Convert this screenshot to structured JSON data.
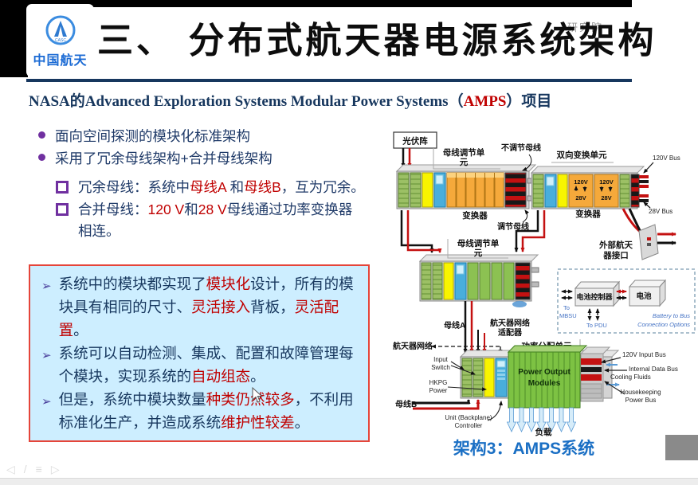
{
  "header": {
    "logo_text": "中国航天",
    "logo_sub": "CASC",
    "title": "三、 分布式航天器电源系统架构",
    "watermark": "研究院"
  },
  "subtitle": {
    "pre": "NASA的Advanced Exploration Systems Modular Power Systems（",
    "highlight": "AMPS",
    "post": "）项目"
  },
  "bullets": {
    "b1": "面向空间探测的模块化标准架构",
    "b2": "采用了冗余母线架构+合并母线架构"
  },
  "sub_bullets": {
    "s1": {
      "pre": "冗余母线：系统中",
      "r1": "母线A",
      "m1": " 和",
      "r2": "母线B",
      "post": "，互为冗余。"
    },
    "s2": {
      "pre": "合并母线：",
      "r1": "120 V",
      "m1": "和",
      "r2": "28 V",
      "post": "母线通过功率变换器相连。"
    }
  },
  "info_box": {
    "i1": {
      "pre": "系统中的模块都实现了",
      "r1": "模块化",
      "m1": "设计，所有的模块具有相同的尺寸、",
      "r2": "灵活接入",
      "m2": "背板，",
      "r3": "灵活配置",
      "post": "。"
    },
    "i2": {
      "pre": "系统可以自动检测、集成、配置和故障管理每个模块，实现系统的",
      "r1": "自动组态",
      "post": "。"
    },
    "i3": {
      "pre": "但是，系统中模块数量",
      "r1": "种类仍然较多",
      "m1": "，不利用标准化生产，并造成系统",
      "r2": "维护性较差",
      "post": "。"
    }
  },
  "diagram": {
    "solar": "光伏阵",
    "busreg1_l1": "母线调节单",
    "busreg1_l2": "元",
    "unreg_bus": "不调节母线",
    "converter1": "变换器",
    "reg_bus": "调节母线",
    "bidir_unit": "双向变换单元",
    "v120": "120V",
    "v28": "28V",
    "converter2": "变换器",
    "bus120": "120V Bus",
    "bus28": "28V Bus",
    "ext_l1": "外部航天",
    "ext_l2": "器接口",
    "busreg2_l1": "母线调节单",
    "busreg2_l2": "元",
    "bus_a": "母线A",
    "adapter_l1": "航天器网络",
    "adapter_l2": "适配器",
    "network": "航天器网络",
    "batt_ctrl": "电池控制器",
    "batt": "电池",
    "to_l1": "To",
    "to_l2": "MBSU",
    "to_pdu": "To PDU",
    "opt_l1": "Battery to Bus",
    "opt_l2": "Connection Options",
    "pdu": "功率分配单元",
    "input_l1": "Input",
    "input_l2": "Switch",
    "hkpg_l1": "HKPG",
    "hkpg_l2": "Power",
    "bus_b": "母线B",
    "unit_l1": "Unit (Backplane)",
    "unit_l2": "Controller",
    "pom_l1": "Power Output",
    "pom_l2": "Modules",
    "load": "负载",
    "in120": "120V Input Bus",
    "idb": "Internal Data Bus",
    "cooling": "Cooling Fluids",
    "hk_l1": "Housekeeping",
    "hk_l2": "Power Bus",
    "caption": "架构3：AMPS系统"
  },
  "colors": {
    "navy": "#17375E",
    "red": "#C00000",
    "box_bg": "#CDEEFF",
    "box_border": "#E5453A",
    "caption_blue": "#1A6FC4",
    "purple": "#7030A0"
  }
}
